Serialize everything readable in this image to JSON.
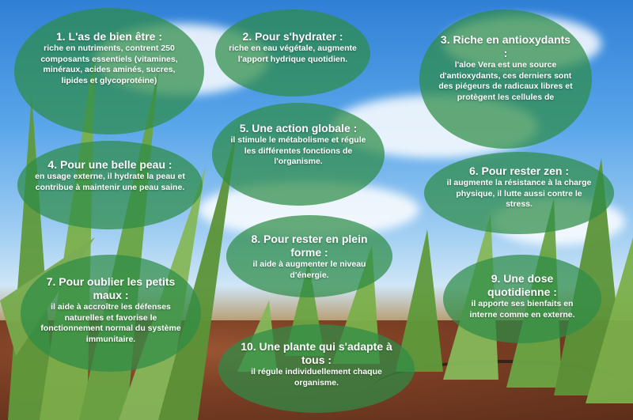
{
  "bubbles": [
    {
      "head": "1. L'as de bien être :",
      "body": "riche en nutriments, contrent 250 composants essentiels (vitamines, minéraux, acides aminés, sucres, lipides et glycoprotéine)"
    },
    {
      "head": "2. Pour s'hydrater :",
      "body": "riche en eau végétale, augmente l'apport hydrique quotidien."
    },
    {
      "head": "3. Riche en antioxydants :",
      "body": "l'aloe Vera est une source d'antioxydants, ces derniers sont des piégeurs de radicaux libres et protègent les cellules de"
    },
    {
      "head": "4. Pour une belle peau :",
      "body": "en usage externe, il hydrate la peau et contribue à maintenir une peau saine."
    },
    {
      "head": "5. Une action globale :",
      "body": "il stimule le métabolisme et régule les différentes fonctions de l'organisme."
    },
    {
      "head": "6. Pour rester zen :",
      "body": "il augmente la résistance à la charge physique, il lutte aussi contre le stress."
    },
    {
      "head": "7. Pour oublier les petits maux :",
      "body": "il aide à accroître les défenses naturelles et favorise le fonctionnement normal du système immunitaire."
    },
    {
      "head": "8. Pour rester en plein forme :",
      "body": "il aide à augmenter le niveau d'énergie."
    },
    {
      "head": "9. Une dose quotidienne :",
      "body": "il apporte ses bienfaits en interne comme en externe."
    },
    {
      "head": "10. Une plante qui s'adapte à tous :",
      "body": "il régule individuellement chaque organisme."
    }
  ]
}
